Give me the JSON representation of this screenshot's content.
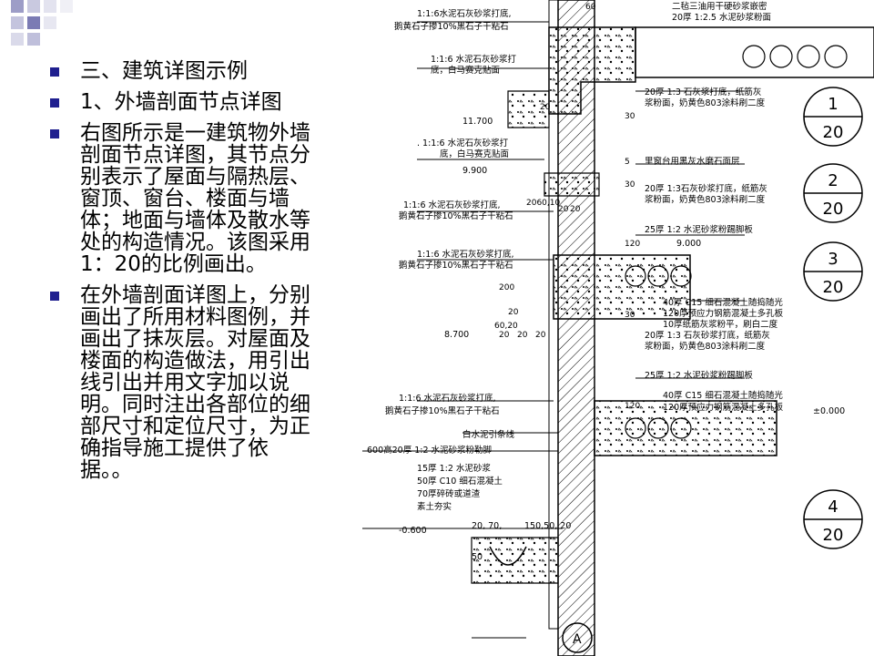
{
  "slide": {
    "bullets": [
      "三、建筑详图示例",
      "1、外墙剖面节点详图",
      "右图所示是一建筑物外墙剖面节点详图，其节点分别表示了屋面与隔热层、窗顶、窗台、楼面与墙体；地面与墙体及散水等处的构造情况。该图采用1：20的比例画出。",
      "在外墙剖面详图上，分别画出了所用材料图例，并画出了抹灰层。对屋面及楼面的构造做法，用引出线引出并用文字加以说明。同时注出各部位的细部尺寸和定位尺寸，为正确指导施工提供了依据。。"
    ],
    "bullet_color": "#1f1f8f"
  },
  "drawing": {
    "annotations": [
      "1:1:6水泥石灰砂浆打底,",
      "鹅黄石子掺10%黑石子干粘石",
      "二毡三油用干硬砂浆嵌密",
      "20厚 1:2.5 水泥砂浆粉面",
      "1:1:6 水泥石灰砂浆打",
      "底，白马赛克贴面",
      "11.700",
      "20厚 1:3 石灰浆打底，纸筋灰",
      "浆粉面，奶黄色803涂料刷二度",
      ". 1:1:6 水泥石灰砂浆打",
      "底，白马赛克贴面",
      "9.900",
      "里窗台用黑灰水磨石面层",
      "20厚 1:3石灰砂浆打底，纸筋灰",
      "浆粉面，奶黄色803涂料刷二度",
      "1:1:6 水泥石灰砂浆打底,",
      "鹅黄石子掺10%黑石子干粘石",
      "25厚 1:2 水泥砂浆粉踢脚板",
      "9.000",
      "1:1:6 水泥石灰砂浆打底,",
      "鹅黄石子掺10%黑石子干粘石",
      "40厚 C15 细石混凝土随捣随光",
      "120厚预应力钢筋混凝土多孔板",
      "10厚纸筋灰浆粉平，刷白二度",
      "20厚 1:3 石灰砂浆打底，纸筋灰",
      "浆粉面，奶黄色803涂料刷二度",
      "8.700",
      "25厚 1:2 水泥砂浆粉踢脚板",
      "1:1:6 水泥石灰砂浆打底,",
      "鹅黄石子掺10%黑石子干粘石",
      "40厚 C15 细石混凝土随捣随光",
      "120厚预应力钢筋混凝土多孔板",
      "±0.000",
      "白水泥引条线",
      "600高20厚 1:2 水泥砂浆粉勒脚",
      "15厚 1:2 水泥砂浆",
      "50厚 C10 细石混凝土",
      "70厚碎砖或道渣",
      "素土夯实",
      "-0.600",
      "20, 70,",
      "150,50, 20",
      "50",
      "A"
    ],
    "dimensions": [
      "60",
      "20",
      "30",
      "5",
      "30",
      "2060,10",
      "20",
      "20",
      "120",
      "200",
      "20",
      "60,20",
      "30",
      "20",
      "20",
      "20",
      "120"
    ],
    "detail_markers": [
      {
        "top": "1",
        "bottom": "20"
      },
      {
        "top": "2",
        "bottom": "20"
      },
      {
        "top": "3",
        "bottom": "20"
      },
      {
        "top": "4",
        "bottom": "20"
      }
    ]
  }
}
